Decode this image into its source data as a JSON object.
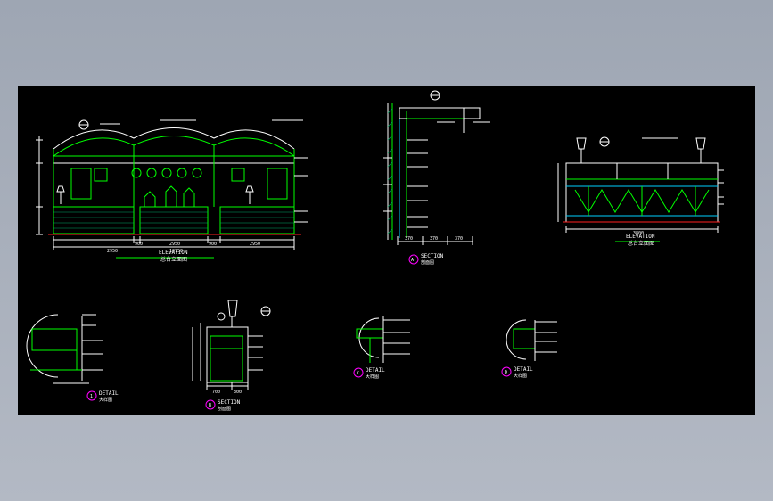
{
  "colors": {
    "background": "#a9b0bc",
    "canvas": "#000000",
    "line_green": "#00ff00",
    "line_white": "#ffffff",
    "line_cyan": "#00d0ff",
    "line_red": "#ff2020",
    "line_magenta": "#ff00ff",
    "line_yellow": "#ffff00"
  },
  "drawing": {
    "elevation_1": {
      "title": "ELEVATION",
      "subtitle": "总台立面图",
      "dims": [
        "2950",
        "900",
        "2950",
        "900",
        "2950"
      ],
      "total": "10750"
    },
    "section_a": {
      "marker": "A",
      "title": "SECTION",
      "subtitle": "剖面图",
      "dims": [
        "370",
        "370",
        "370"
      ]
    },
    "elevation_2": {
      "title": "ELEVATION",
      "subtitle": "总台立面图",
      "dims": [
        "3800"
      ]
    },
    "detail_1": {
      "marker": "1",
      "title": "DETAIL",
      "subtitle": "大样图"
    },
    "section_b": {
      "marker": "B",
      "title": "SECTION",
      "subtitle": "剖面图",
      "dims": [
        "700",
        "300"
      ]
    },
    "detail_c": {
      "marker": "C",
      "title": "DETAIL",
      "subtitle": "大样图"
    },
    "detail_d": {
      "marker": "D",
      "title": "DETAIL",
      "subtitle": "大样图"
    },
    "callout_icon": "section-marker-icon"
  }
}
